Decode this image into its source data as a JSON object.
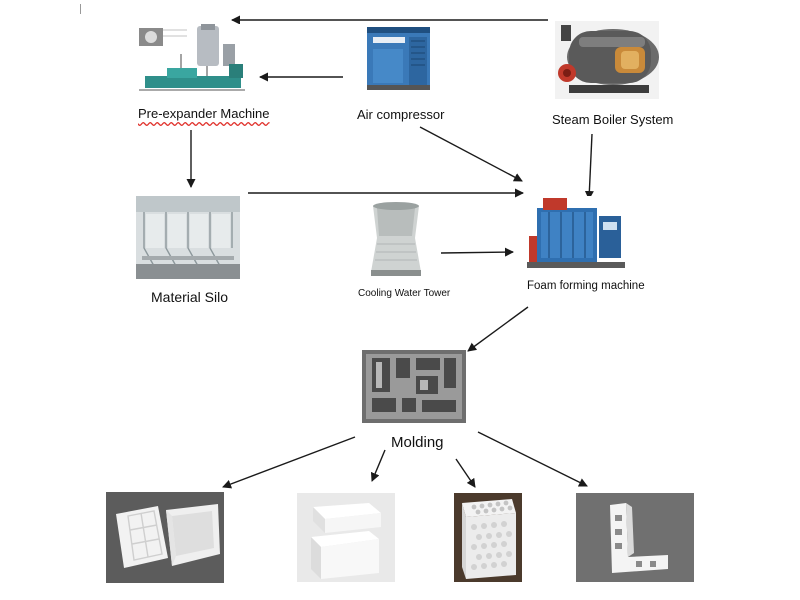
{
  "labels": {
    "pre_expander": "Pre-expander Machine",
    "air_compressor": "Air compressor",
    "steam_boiler": "Steam Boiler System",
    "material_silo": "Material Silo",
    "cooling_tower": "Cooling Water Tower",
    "foam_forming": "Foam forming machine",
    "molding": "Molding"
  },
  "colors": {
    "arrow": "#1a1a1a",
    "spellcheck_underline": "#e0302a",
    "machine_blue": "#2f6fb0",
    "compressor_blue": "#3a79b8",
    "boiler_red": "#c0392b",
    "foam_white": "#f2f2f2",
    "photo_grey": "#6e6e6e"
  },
  "icons": [
    "pre-expander-machine-photo",
    "air-compressor-photo",
    "steam-boiler-photo",
    "material-silo-photo",
    "cooling-tower-photo",
    "foam-forming-machine-photo",
    "molding-photo",
    "foam-tray-product-photo",
    "foam-box-product-photo",
    "foam-honeycomb-product-photo",
    "foam-corner-product-photo"
  ]
}
